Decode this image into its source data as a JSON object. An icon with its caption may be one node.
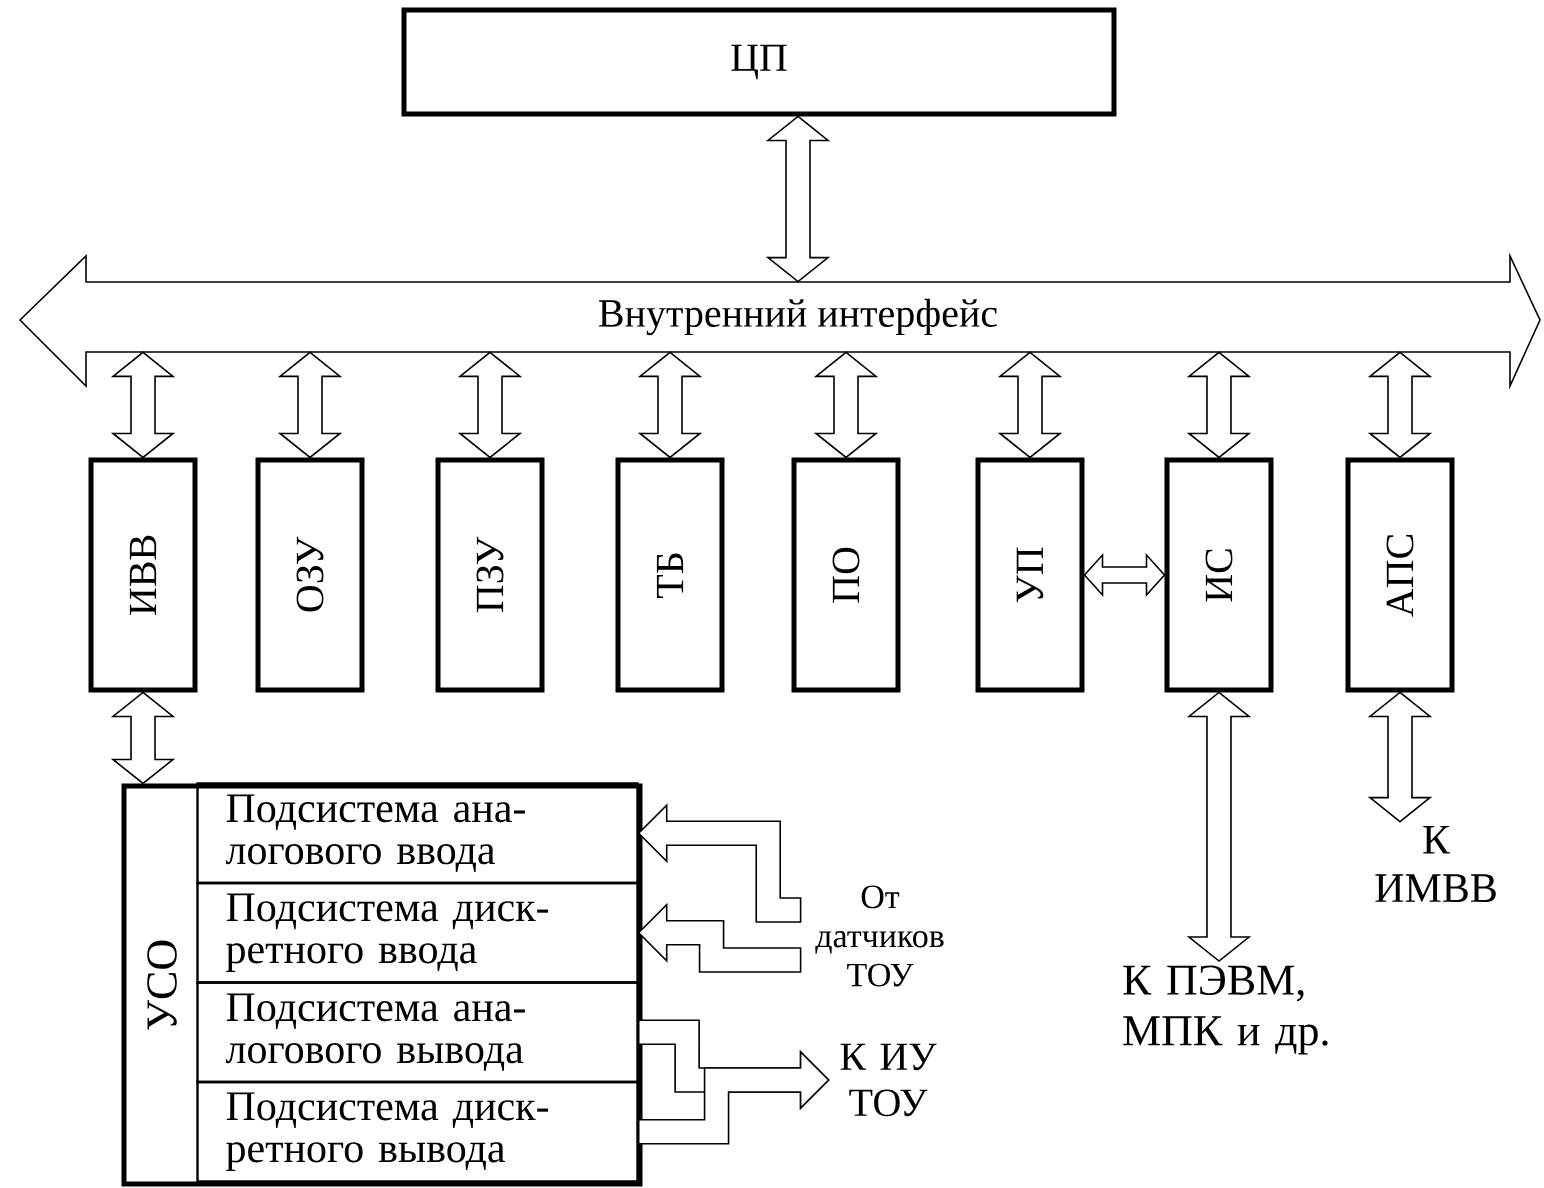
{
  "diagram": {
    "nodes": [
      {
        "text": [
          "ЦП"
        ]
      },
      {
        "text": [
          "Внутренний интерфейс"
        ]
      },
      {
        "text": [
          "ИВВ"
        ]
      },
      {
        "text": [
          "ОЗУ"
        ]
      },
      {
        "text": [
          "ПЗУ"
        ]
      },
      {
        "text": [
          "ТБ"
        ]
      },
      {
        "text": [
          "ПО"
        ]
      },
      {
        "text": [
          "УП"
        ]
      },
      {
        "text": [
          "ИС"
        ]
      },
      {
        "text": [
          "АПС"
        ]
      },
      {
        "text": [
          "УСО"
        ]
      },
      {
        "text": [
          "Подсистема ана- логового ввода"
        ],
        "in": 10
      },
      {
        "text": [
          "Подсистема диск- ретного ввода"
        ],
        "in": 10
      },
      {
        "text": [
          "Подсистема ана- логового вывода"
        ],
        "in": 10
      },
      {
        "text": [
          "Подсистема диск- ретного вывода"
        ],
        "in": 10
      },
      {
        "text": [
          "От датчиков ТОУ"
        ]
      },
      {
        "text": [
          "К ИУ ТОУ"
        ]
      },
      {
        "text": [
          "К ПЭВМ, МПК и др."
        ]
      },
      {
        "text": [
          "К ИМВВ"
        ]
      }
    ],
    "edges": [
      {
        "from": 0,
        "to": 1,
        "arrow": "both"
      },
      {
        "from": 1,
        "to": 2,
        "arrow": "both"
      },
      {
        "from": 1,
        "to": 3,
        "arrow": "both"
      },
      {
        "from": 1,
        "to": 4,
        "arrow": "both"
      },
      {
        "from": 1,
        "to": 5,
        "arrow": "both"
      },
      {
        "from": 1,
        "to": 6,
        "arrow": "both"
      },
      {
        "from": 1,
        "to": 7,
        "arrow": "both"
      },
      {
        "from": 1,
        "to": 8,
        "arrow": "both"
      },
      {
        "from": 1,
        "to": 9,
        "arrow": "both"
      },
      {
        "from": 7,
        "to": 8,
        "arrow": "both"
      },
      {
        "from": 2,
        "to": 10,
        "arrow": "both"
      },
      {
        "from": 8,
        "to": 17,
        "arrow": "both"
      },
      {
        "from": 9,
        "to": 18,
        "arrow": "both"
      },
      {
        "from": 15,
        "to": 11,
        "arrow": "to"
      },
      {
        "from": 15,
        "to": 12,
        "arrow": "to"
      },
      {
        "from": 13,
        "to": 16,
        "arrow": "to"
      },
      {
        "from": 14,
        "to": 16,
        "arrow": "to"
      }
    ]
  }
}
